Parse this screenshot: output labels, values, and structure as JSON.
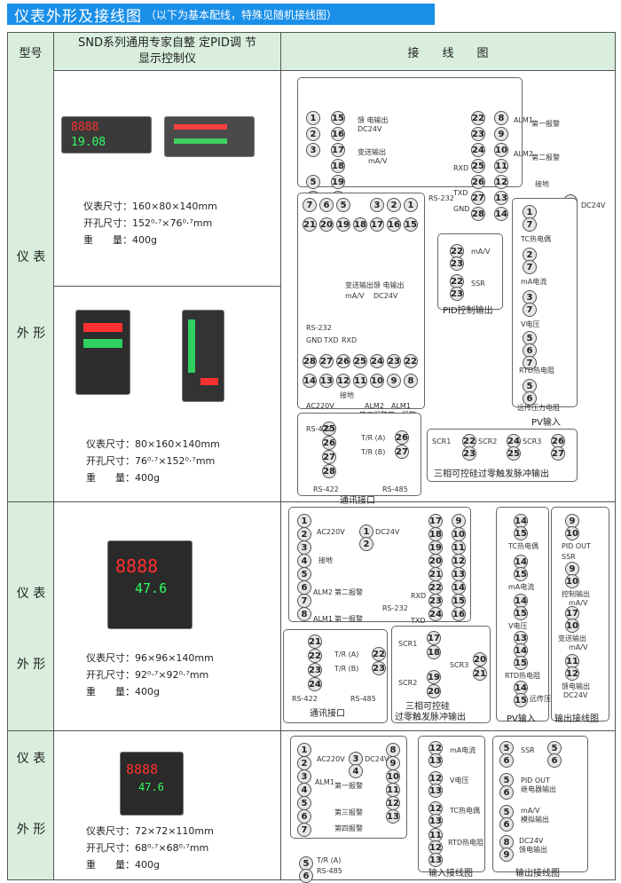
{
  "header": {
    "title": "仪表外形及接线图",
    "subtitle": "（以下为基本配线，特殊见随机接线图）"
  },
  "table": {
    "col_model": "型号",
    "col_series_line1": "SND系列通用专家自整 定PID调 节",
    "col_series_line2": "显示控制仪",
    "col_wiring": "接　　线　　图"
  },
  "side": {
    "a1": "仪 表",
    "a2": "外 形",
    "b1": "仪 表",
    "b2": "外 形",
    "c1": "仪 表",
    "c2": "外 形"
  },
  "specs": [
    {
      "size": "仪表尺寸：160×80×140mm",
      "cut": "开孔尺寸：152⁰·⁷×76⁰·⁷mm",
      "weight": "重　　量：400g"
    },
    {
      "size": "仪表尺寸：80×160×140mm",
      "cut": "开孔尺寸：76⁰·⁷×152⁰·⁷mm",
      "weight": "重　　量：400g"
    },
    {
      "size": "仪表尺寸：96×96×140mm",
      "cut": "开孔尺寸：92⁰·⁷×92⁰·⁷mm",
      "weight": "重　　量：400g"
    },
    {
      "size": "仪表尺寸：72×72×110mm",
      "cut": "开孔尺寸：68⁰·⁷×68⁰·⁷mm",
      "weight": "重　　量：400g"
    }
  ],
  "devices": {
    "d1_top": "8888",
    "d1_bot": "19.08",
    "d3_top": "8888",
    "d3_bot": "47.6",
    "d4_top": "8888",
    "d4_bot": "47.6"
  },
  "labels": {
    "feed_out": "馈 电输出",
    "dc24v": "DC24V",
    "trans_out": "变送输出",
    "ma_v": "mA/V",
    "alm1": "ALM1",
    "alm2": "ALM2",
    "alarm1": "第一报警",
    "alarm2": "第二报警",
    "ground": "接地",
    "rxd": "RXD",
    "txd": "TXD",
    "gnd": "GND",
    "rs232": "RS-232",
    "ac220v": "AC220V",
    "tc": "TC热电偶",
    "ma_current": "mA电流",
    "v_volt": "V电压",
    "rtd": "RTD热电阻",
    "pressure": "远传压力电阻",
    "pv_in": "PV输入",
    "pid_out": "PID控制输出",
    "ssr": "SSR",
    "rs422": "RS-422",
    "rs485": "RS-485",
    "tra": "T/R (A)",
    "trb": "T/R (B)",
    "comm": "通讯接口",
    "scr1": "SCR1",
    "scr2": "SCR2",
    "scr3": "SCR3",
    "scr_title": "三相可控硅过零触发脉冲输出",
    "scr_title2a": "三相可控硅",
    "scr_title2b": "过零触发脉冲输出",
    "out_wiring": "输出接线图",
    "in_wiring": "输入接线图",
    "pid_out2": "PID OUT",
    "relay_out": "继电器输出",
    "analog_out": "模拟输出",
    "feed_out2": "馈电输出",
    "alarm3": "第三报警",
    "alarm4": "第四报警",
    "ctrl_out": "控制输出"
  }
}
